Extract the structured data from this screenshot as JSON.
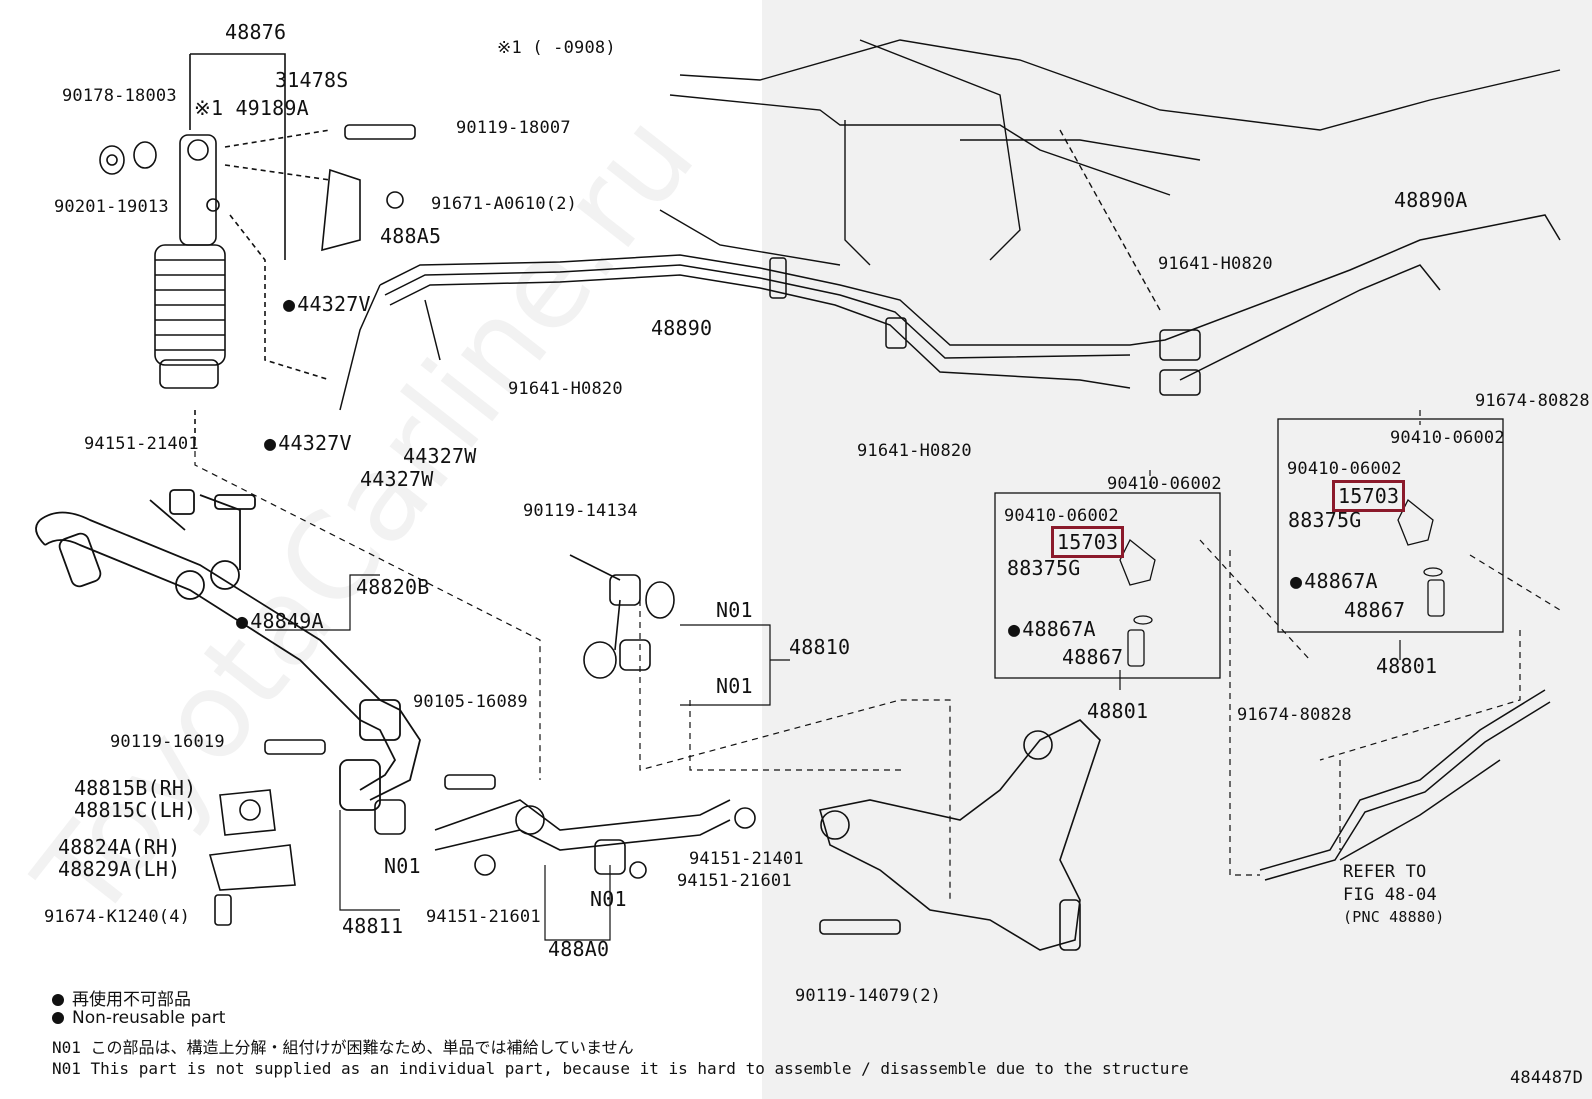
{
  "watermark": "ToyotaCarline.ru",
  "footnote_top": "※1 (    -0908)",
  "figure_id": "484487D",
  "legend": {
    "line1": "再使用不可部品",
    "line2": "Non-reusable part",
    "n01_ja": "N01 この部品は、構造上分解・組付けが困難なため、単品では補給していません",
    "n01_en": "N01 This part is not supplied as an individual part, because it is hard to assemble / disassemble due to the structure"
  },
  "refer": {
    "line1": "REFER TO",
    "line2": "FIG 48-04",
    "line3": "(PNC 48880)"
  },
  "highlight_color": "#8b1a2b",
  "labels": {
    "p48876": "48876",
    "p31478S": "31478S",
    "p90178": "90178-18003",
    "p49189A": "※1 49189A",
    "p90119_18007": "90119-18007",
    "p90201": "90201-19013",
    "p91671": "91671-A0610(2)",
    "p488A5": "488A5",
    "p44327V_a": "44327V",
    "p44327V_b": "44327V",
    "p44327W_a": "44327W",
    "p44327W_b": "44327W",
    "p48890": "48890",
    "p91641_a": "91641-H0820",
    "p91641_b": "91641-H0820",
    "p91641_c": "91641-H0820",
    "p48890A": "48890A",
    "p91674_80828_a": "91674-80828",
    "p90410_r1": "90410-06002",
    "p90410_r2": "90410-06002",
    "p15703_r": "15703",
    "p88375G_r": "88375G",
    "p48867A_r": "48867A",
    "p48867_r": "48867",
    "p48801_r": "48801",
    "p90410_m1": "90410-06002",
    "p90410_m2": "90410-06002",
    "p15703_m": "15703",
    "p88375G_m": "88375G",
    "p48867A_m": "48867A",
    "p48867_m": "48867",
    "p48801_m": "48801",
    "p91674_80828_b": "91674-80828",
    "p94151_21401_a": "94151-21401",
    "p48820B": "48820B",
    "p48849A": "48849A",
    "p90119_14134": "90119-14134",
    "pN01_a": "N01",
    "p48810": "48810",
    "pN01_b": "N01",
    "p90105": "90105-16089",
    "p90119_16019": "90119-16019",
    "p48815B": "48815B(RH)",
    "p48815C": "48815C(LH)",
    "p48824A": "48824A(RH)",
    "p48829A": "48829A(LH)",
    "p91674_K1240": "91674-K1240(4)",
    "pN01_c": "N01",
    "p48811": "48811",
    "p94151_21601_a": "94151-21601",
    "pN01_d": "N01",
    "p488A0": "488A0",
    "p94151_21401_b": "94151-21401",
    "p94151_21601_b": "94151-21601",
    "p90119_14079": "90119-14079(2)"
  }
}
